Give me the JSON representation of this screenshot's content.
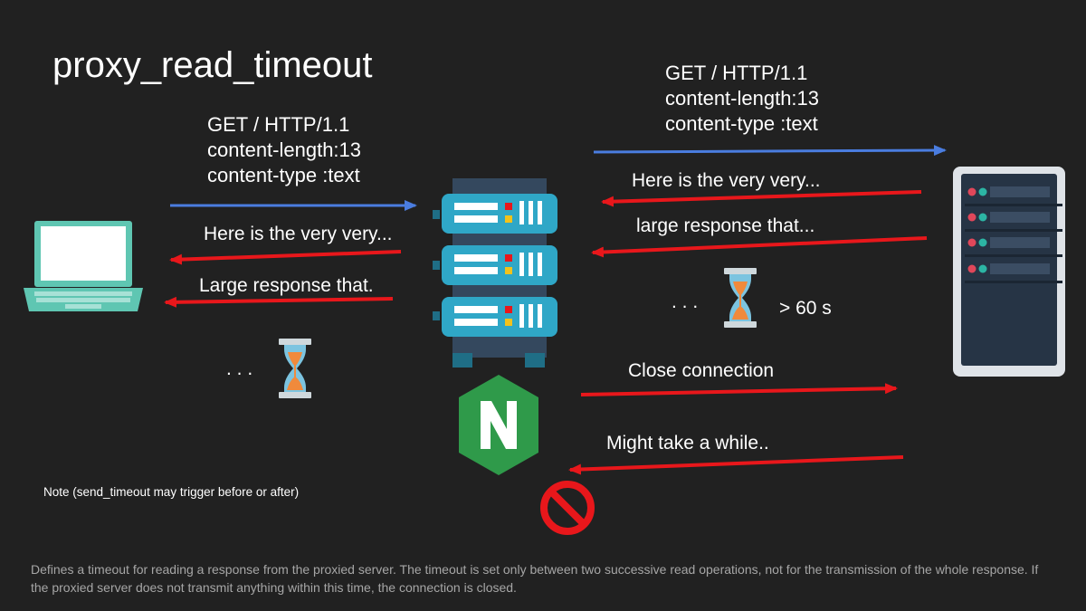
{
  "title": "proxy_read_timeout",
  "client_request": {
    "lines": [
      "GET / HTTP/1.1",
      "content-length:13",
      "content-type :text"
    ]
  },
  "upstream_request": {
    "lines": [
      "GET / HTTP/1.1",
      "content-length:13",
      "content-type :text"
    ]
  },
  "client_side": {
    "response_1": "Here is the very very...",
    "response_2": "Large response that.",
    "wait_dots": ". . ."
  },
  "upstream_side": {
    "response_1": "Here is the very very...",
    "response_2": "large response that...",
    "wait_dots": ". . .",
    "wait_duration": "> 60 s",
    "close": "Close connection",
    "delay": "Might take a while.."
  },
  "note": "Note (send_timeout  may trigger before or after)",
  "description": "Defines a timeout for reading a response from the proxied server. The timeout is set only between two successive read operations, not for the transmission of the whole response. If the proxied server does not transmit anything within this time, the connection is closed.",
  "icons": {
    "client": "laptop-icon",
    "proxy": "server-rack-icon",
    "brand": "nginx-logo",
    "upstream": "upstream-server-icon",
    "timer": "hourglass-icon",
    "blocked": "prohibited-icon"
  },
  "colors": {
    "background": "#212121",
    "request_arrow": "#4a7de0",
    "response_arrow": "#e8171b",
    "nginx_green": "#2f9a4a",
    "laptop": "#5fc6b2",
    "server_teal": "#2fa7c7",
    "upstream_frame": "#dfe3e8",
    "upstream_panel": "#263445"
  }
}
